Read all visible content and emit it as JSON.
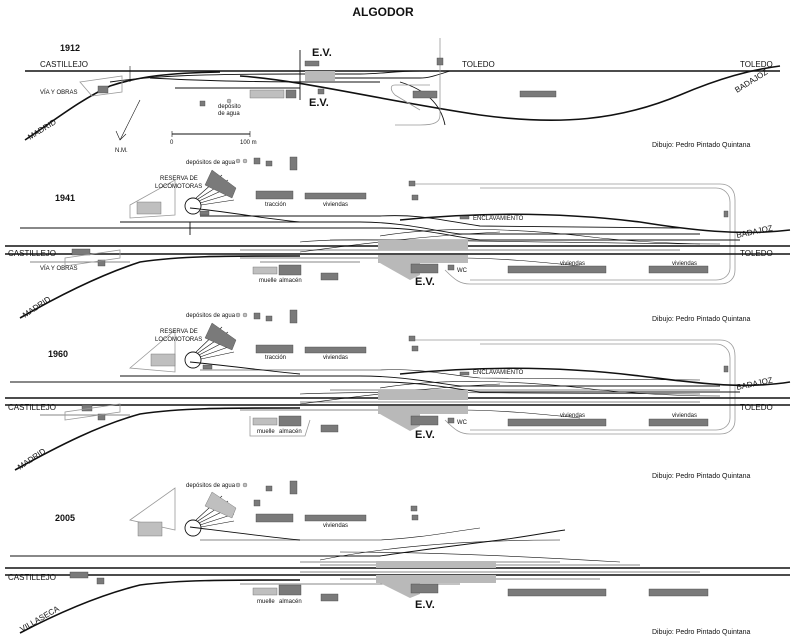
{
  "title": "ALGODOR",
  "panels": [
    {
      "year": "1912",
      "labels": {
        "castillejo": "CASTILLEJO",
        "toledo_left": "TOLEDO",
        "toledo_right": "TOLEDO",
        "badajoz": "BADAJOZ",
        "madrid": "MADRID",
        "via_obras": "VÍA Y OBRAS",
        "deposito": "depósito",
        "de_agua": "de agua",
        "ev_top": "E.V.",
        "ev_bottom": "E.V.",
        "north": "N.M.",
        "scale_zero": "0",
        "scale_100": "100 m"
      },
      "credit": "Dibujo: Pedro Pintado Quintana"
    },
    {
      "year": "1941",
      "labels": {
        "depositos": "depósitos de agua",
        "reserva": "RESERVA DE",
        "locomotoras": "LOCOMOTORAS",
        "traccion": "tracción",
        "viviendas_top": "viviendas",
        "enclavamiento": "ENCLAVAMIENTO",
        "badajoz": "BADAJOZ",
        "castillejo": "CASTILLEJO",
        "toledo": "TOLEDO",
        "via_obras": "VÍA Y OBRAS",
        "madrid": "MADRID",
        "muelle": "muelle",
        "almacen": "almacén",
        "ev": "E.V.",
        "wc": "WC",
        "viviendas_1": "viviendas",
        "viviendas_2": "viviendas"
      },
      "credit": "Dibujo: Pedro Pintado Quintana"
    },
    {
      "year": "1960",
      "labels": {
        "depositos": "depósitos de agua",
        "reserva": "RESERVA DE",
        "locomotoras": "LOCOMOTORAS",
        "traccion": "tracción",
        "viviendas_top": "viviendas",
        "enclavamiento": "ENCLAVAMIENTO",
        "badajoz": "BADAJOZ",
        "castillejo": "CASTILLEJO",
        "toledo": "TOLEDO",
        "madrid": "MADRID",
        "muelle": "muelle",
        "almacen": "almacén",
        "ev": "E.V.",
        "wc": "WC",
        "viviendas_1": "viviendas",
        "viviendas_2": "viviendas"
      },
      "credit": "Dibujo: Pedro Pintado Quintana"
    },
    {
      "year": "2005",
      "labels": {
        "depositos": "depósitos de agua",
        "viviendas_top": "viviendas",
        "castillejo": "CASTILLEJO",
        "villaseca": "VILLASECA",
        "muelle": "muelle",
        "almacen": "almacén",
        "ev": "E.V."
      },
      "credit": "Dibujo: Pedro Pintado Quintana"
    }
  ]
}
